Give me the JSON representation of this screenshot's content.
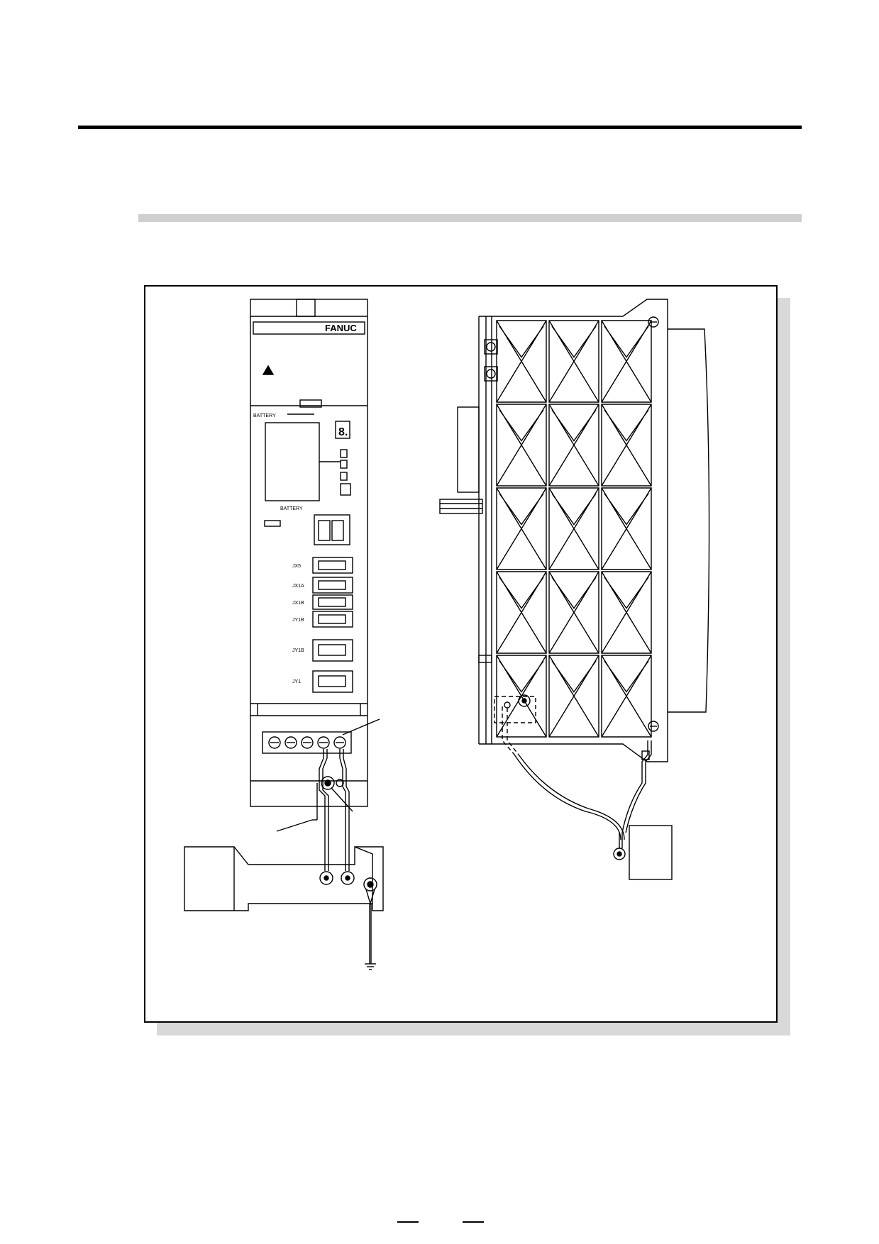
{
  "figure": {
    "amplifier_front": {
      "brand": "FANUC",
      "battery_label": "BATTERY",
      "connector_labels": [
        "JX5",
        "JX1A",
        "JX1B",
        "JY1B",
        "JY1B",
        "JY1"
      ]
    }
  }
}
